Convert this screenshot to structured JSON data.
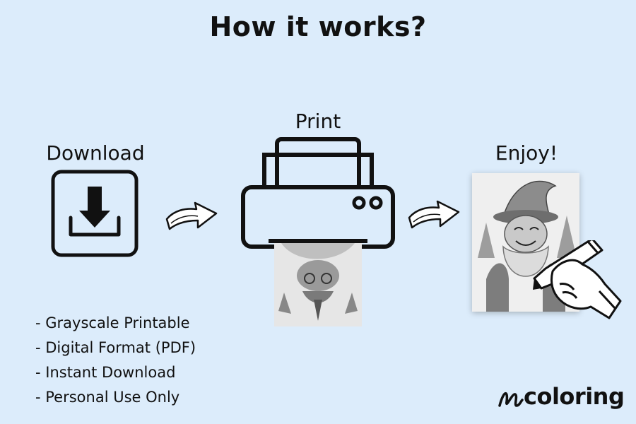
{
  "title": "How it works?",
  "steps": [
    {
      "label": "Download",
      "icon": "download-icon"
    },
    {
      "label": "Print",
      "icon": "printer-icon"
    },
    {
      "label": "Enjoy!",
      "icon": "coloring-page-with-hand-icon"
    }
  ],
  "features": [
    "- Grayscale Printable",
    "- Digital Format (PDF)",
    "- Instant Download",
    "- Personal Use Only"
  ],
  "brand": {
    "logo_text": "coloring"
  },
  "colors": {
    "background": "#dcecfb",
    "ink": "#111111"
  }
}
